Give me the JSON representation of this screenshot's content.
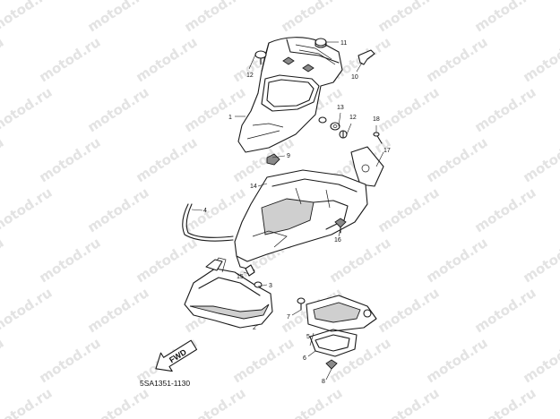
{
  "watermark": {
    "text": "motod.ru"
  },
  "callouts": {
    "c1": "1",
    "c2": "2",
    "c3": "3",
    "c4": "4",
    "c5": "5",
    "c6": "6",
    "c7": "7",
    "c8": "8",
    "c9": "9",
    "c10": "10",
    "c11": "11",
    "c12a": "12",
    "c12b": "12",
    "c13": "13",
    "c14": "14",
    "c15": "15",
    "c16": "16",
    "c17": "17",
    "c18": "18"
  },
  "fwd_label": "FWD",
  "diagram_code": "5SA1351-1130",
  "colors": {
    "line": "#1a1a1a",
    "watermark": "#e3e3e3",
    "background": "#ffffff"
  }
}
